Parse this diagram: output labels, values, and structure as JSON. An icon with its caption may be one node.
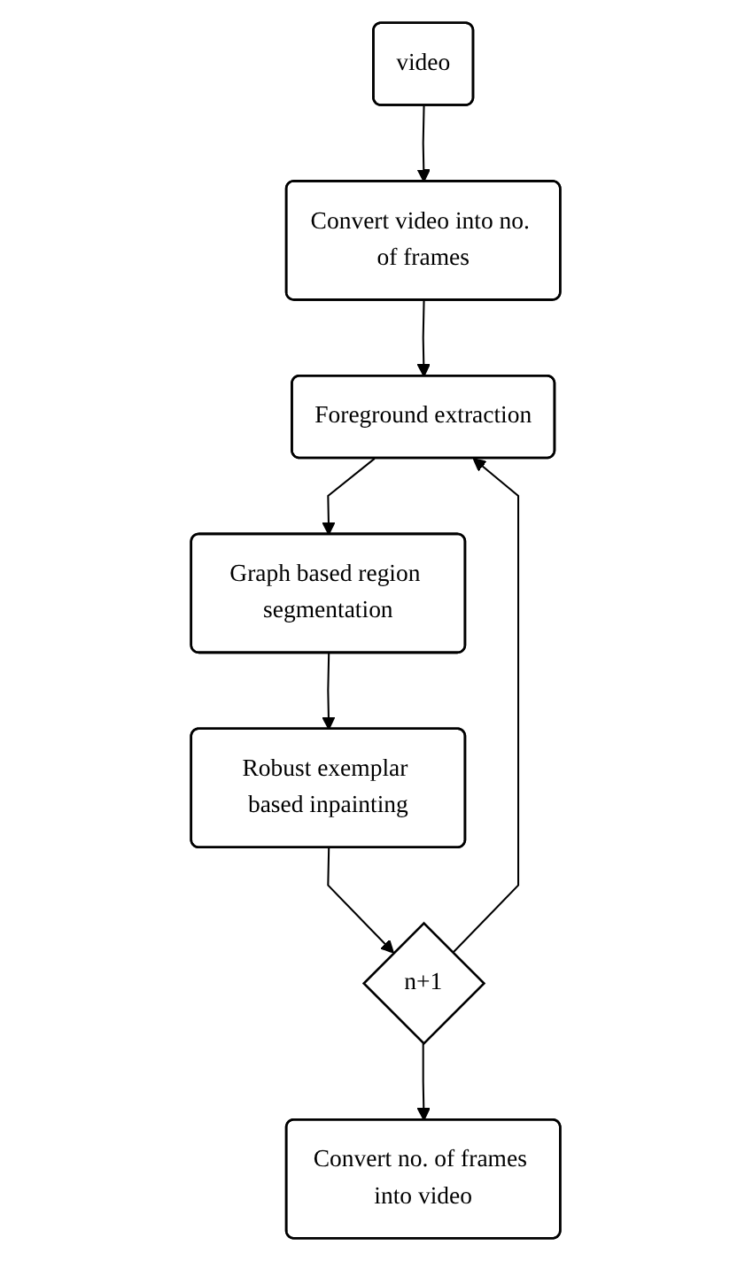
{
  "diagram": {
    "nodes": [
      {
        "text": [
          "video"
        ]
      },
      {
        "text": [
          "Convert video into no. of frames"
        ]
      },
      {
        "text": [
          "Foreground extraction"
        ]
      },
      {
        "text": [
          "Graph based region segmentation"
        ]
      },
      {
        "text": [
          "Robust exemplar based inpainting"
        ]
      },
      {
        "text": [
          "n+1"
        ]
      },
      {
        "text": [
          "Convert no. of frames into video"
        ]
      }
    ],
    "edges": [
      {
        "from": 0,
        "to": 1,
        "arrow": "to"
      },
      {
        "from": 1,
        "to": 2,
        "arrow": "to"
      },
      {
        "from": 2,
        "to": 3,
        "arrow": "to"
      },
      {
        "from": 3,
        "to": 4,
        "arrow": "to"
      },
      {
        "from": 4,
        "to": 5,
        "arrow": "to"
      },
      {
        "from": 5,
        "to": 6,
        "arrow": "to"
      },
      {
        "from": 5,
        "to": 2,
        "arrow": "to"
      }
    ]
  }
}
